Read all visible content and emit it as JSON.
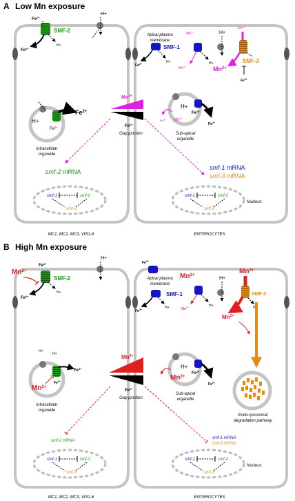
{
  "colors": {
    "smf1": "#1414c8",
    "smf2": "#1a9a1a",
    "smf3": "#e88a10",
    "mn_low": "#e020e0",
    "mn_high": "#e02020",
    "membrane": "#c4c4c4",
    "dark": "#000000"
  },
  "panelA": {
    "letter": "A",
    "title": "Low Mn exposure",
    "fe": "Fe",
    "h": "H+",
    "mn": "Mn",
    "smf2": "SMF-2",
    "smf1": "SMF-1",
    "smf3": "SMF-3",
    "apical": [
      "Apical plasma",
      "membrane"
    ],
    "intracellular": [
      "Intracellular",
      "organelle"
    ],
    "subapical": [
      "Sub-apical",
      "organelle"
    ],
    "gap": "Gap junction",
    "mrna_left_gene": "smf-2",
    "mrna_word": "mRNA",
    "mrna_right_gene1": "smf-1",
    "mrna_right_gene2": "smf-3",
    "nucleus": "Nucleus",
    "left_cells": "MC1, MC2, MC3, VPI1-6",
    "right_cells": "ENTEROCYTES",
    "nuc_smf1": "smf-1",
    "nuc_smf2": "smf-2",
    "nuc_smf3": "smf-3"
  },
  "panelB": {
    "letter": "B",
    "title": "High Mn exposure",
    "fe": "Fe",
    "h": "H+",
    "mn": "Mn",
    "smf2": "SMF-2",
    "smf1": "SMF-1",
    "smf3": "SMF-3",
    "apical": [
      "Apical plasma",
      "membrane"
    ],
    "intracellular": [
      "Intracellular",
      "organelle"
    ],
    "subapical": [
      "Sub-apical",
      "organelle"
    ],
    "degradation": [
      "Endo-lysosomal",
      "degradation pathway"
    ],
    "gap": "Gap junction",
    "mrna_left": "smf-2 mRNA",
    "mrna_right1": "smf-1 mRNA",
    "mrna_right2": "smf-3 mRNA",
    "nucleus": "Nucleus",
    "left_cells": "MC1, MC2, MC3, VPI1-6",
    "right_cells": "ENTEROCYTES",
    "nuc_smf1": "smf-1",
    "nuc_smf2": "smf-2",
    "nuc_smf3": "smf-3"
  }
}
